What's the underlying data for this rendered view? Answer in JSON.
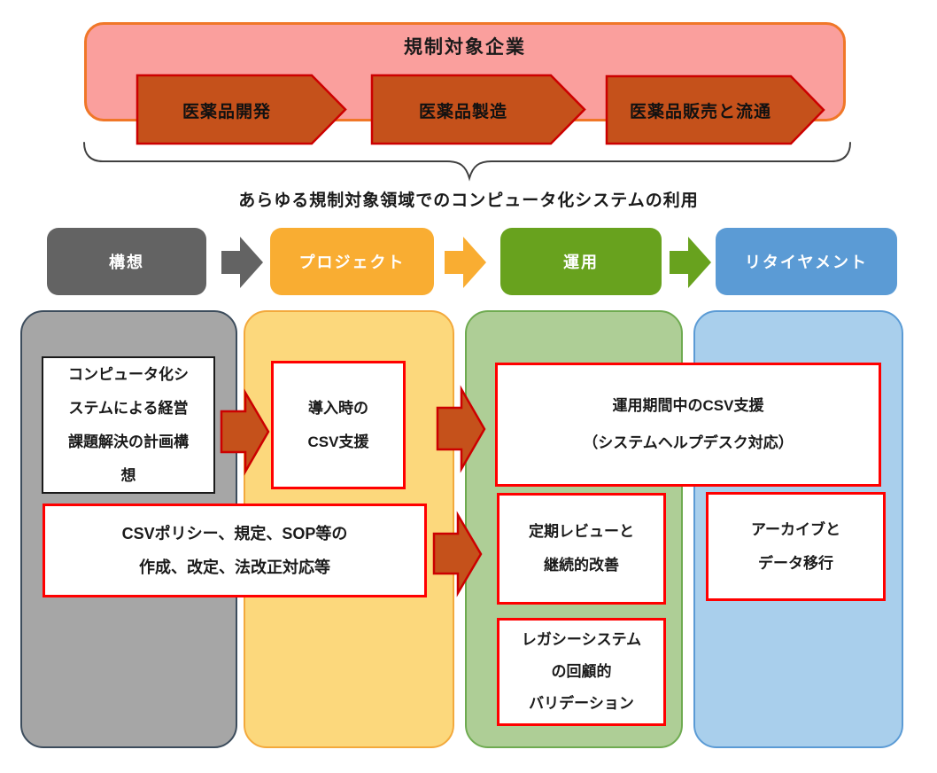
{
  "header": {
    "title": "規制対象企業",
    "stages": [
      {
        "label": "医薬品開発"
      },
      {
        "label": "医薬品製造"
      },
      {
        "label": "医薬品販売と流通"
      }
    ]
  },
  "brace": {
    "label": "あらゆる規制対象領域でのコンピュータ化システムの利用"
  },
  "phases": [
    {
      "label": "構想",
      "color": "#636363"
    },
    {
      "label": "プロジェクト",
      "color": "#F9AD32"
    },
    {
      "label": "運用",
      "color": "#68A21E"
    },
    {
      "label": "リタイヤメント",
      "color": "#5B9BD5"
    }
  ],
  "tasks": {
    "concept_plan": {
      "text": "コンピュータ化シ\nステムによる経営\n課題解決の計画構\n想"
    },
    "implementation_support": {
      "text": "導入時の\nCSV支援"
    },
    "operation_support": {
      "text": "運用期間中のCSV支援\n（システムヘルプデスク対応）"
    },
    "csv_policy": {
      "text": "CSVポリシー、規定、SOP等の\n作成、改定、法改正対応等"
    },
    "periodic_review": {
      "text": "定期レビューと\n継続的改善"
    },
    "legacy_validation": {
      "text": "レガシーシステム\nの回顧的\nバリデーション"
    },
    "archive_migration": {
      "text": "アーカイブと\nデータ移行"
    }
  },
  "colors": {
    "panel_pink": "#FA9F9D",
    "panel_border_orange": "#F07728",
    "stage_arrow_fill": "#C5511B",
    "stage_arrow_border": "#CC0000",
    "flow_arrow_fill": "#C5511B",
    "task_border_red": "#FF0000",
    "task_border_black": "#1A1A1A",
    "column_gray": "#A6A6A6",
    "column_orange": "#FCD87C",
    "column_green": "#AECE96",
    "column_blue": "#A9CFEC"
  }
}
